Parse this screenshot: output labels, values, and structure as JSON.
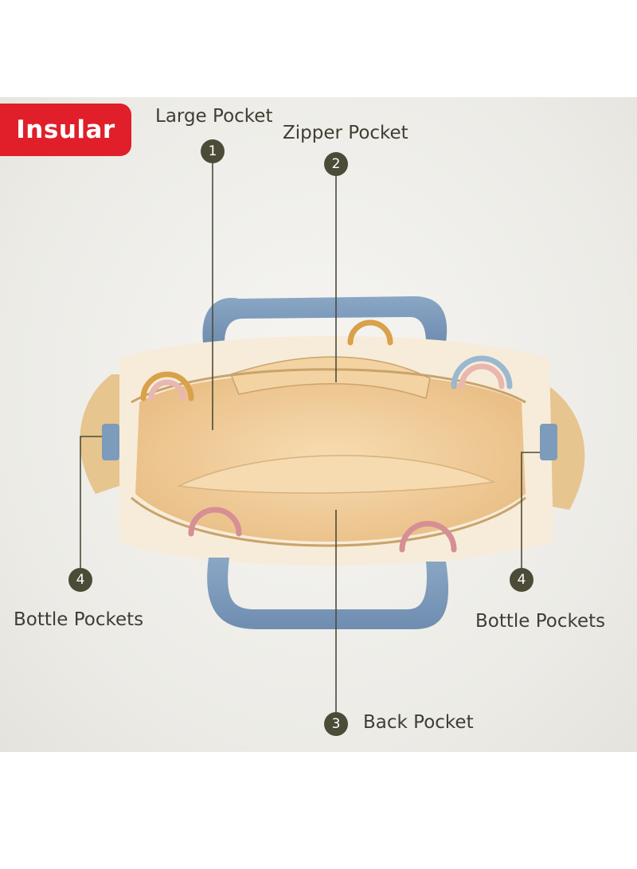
{
  "brand": {
    "logo_text": "Insular"
  },
  "callouts": [
    {
      "number": "1",
      "label": "Large Pocket"
    },
    {
      "number": "2",
      "label": "Zipper Pocket"
    },
    {
      "number": "3",
      "label": "Back Pocket"
    },
    {
      "number": "4",
      "label": "Bottle Pockets"
    },
    {
      "number": "4",
      "label": "Bottle Pockets"
    }
  ],
  "colors": {
    "logo_red": "#e01f2a",
    "marker": "#4c4b37",
    "label_text": "#3f3e34",
    "bag_lining": "#f2cf9c",
    "bag_fabric": "#f7ecd9",
    "handle_blue": "#7d9bbb"
  }
}
